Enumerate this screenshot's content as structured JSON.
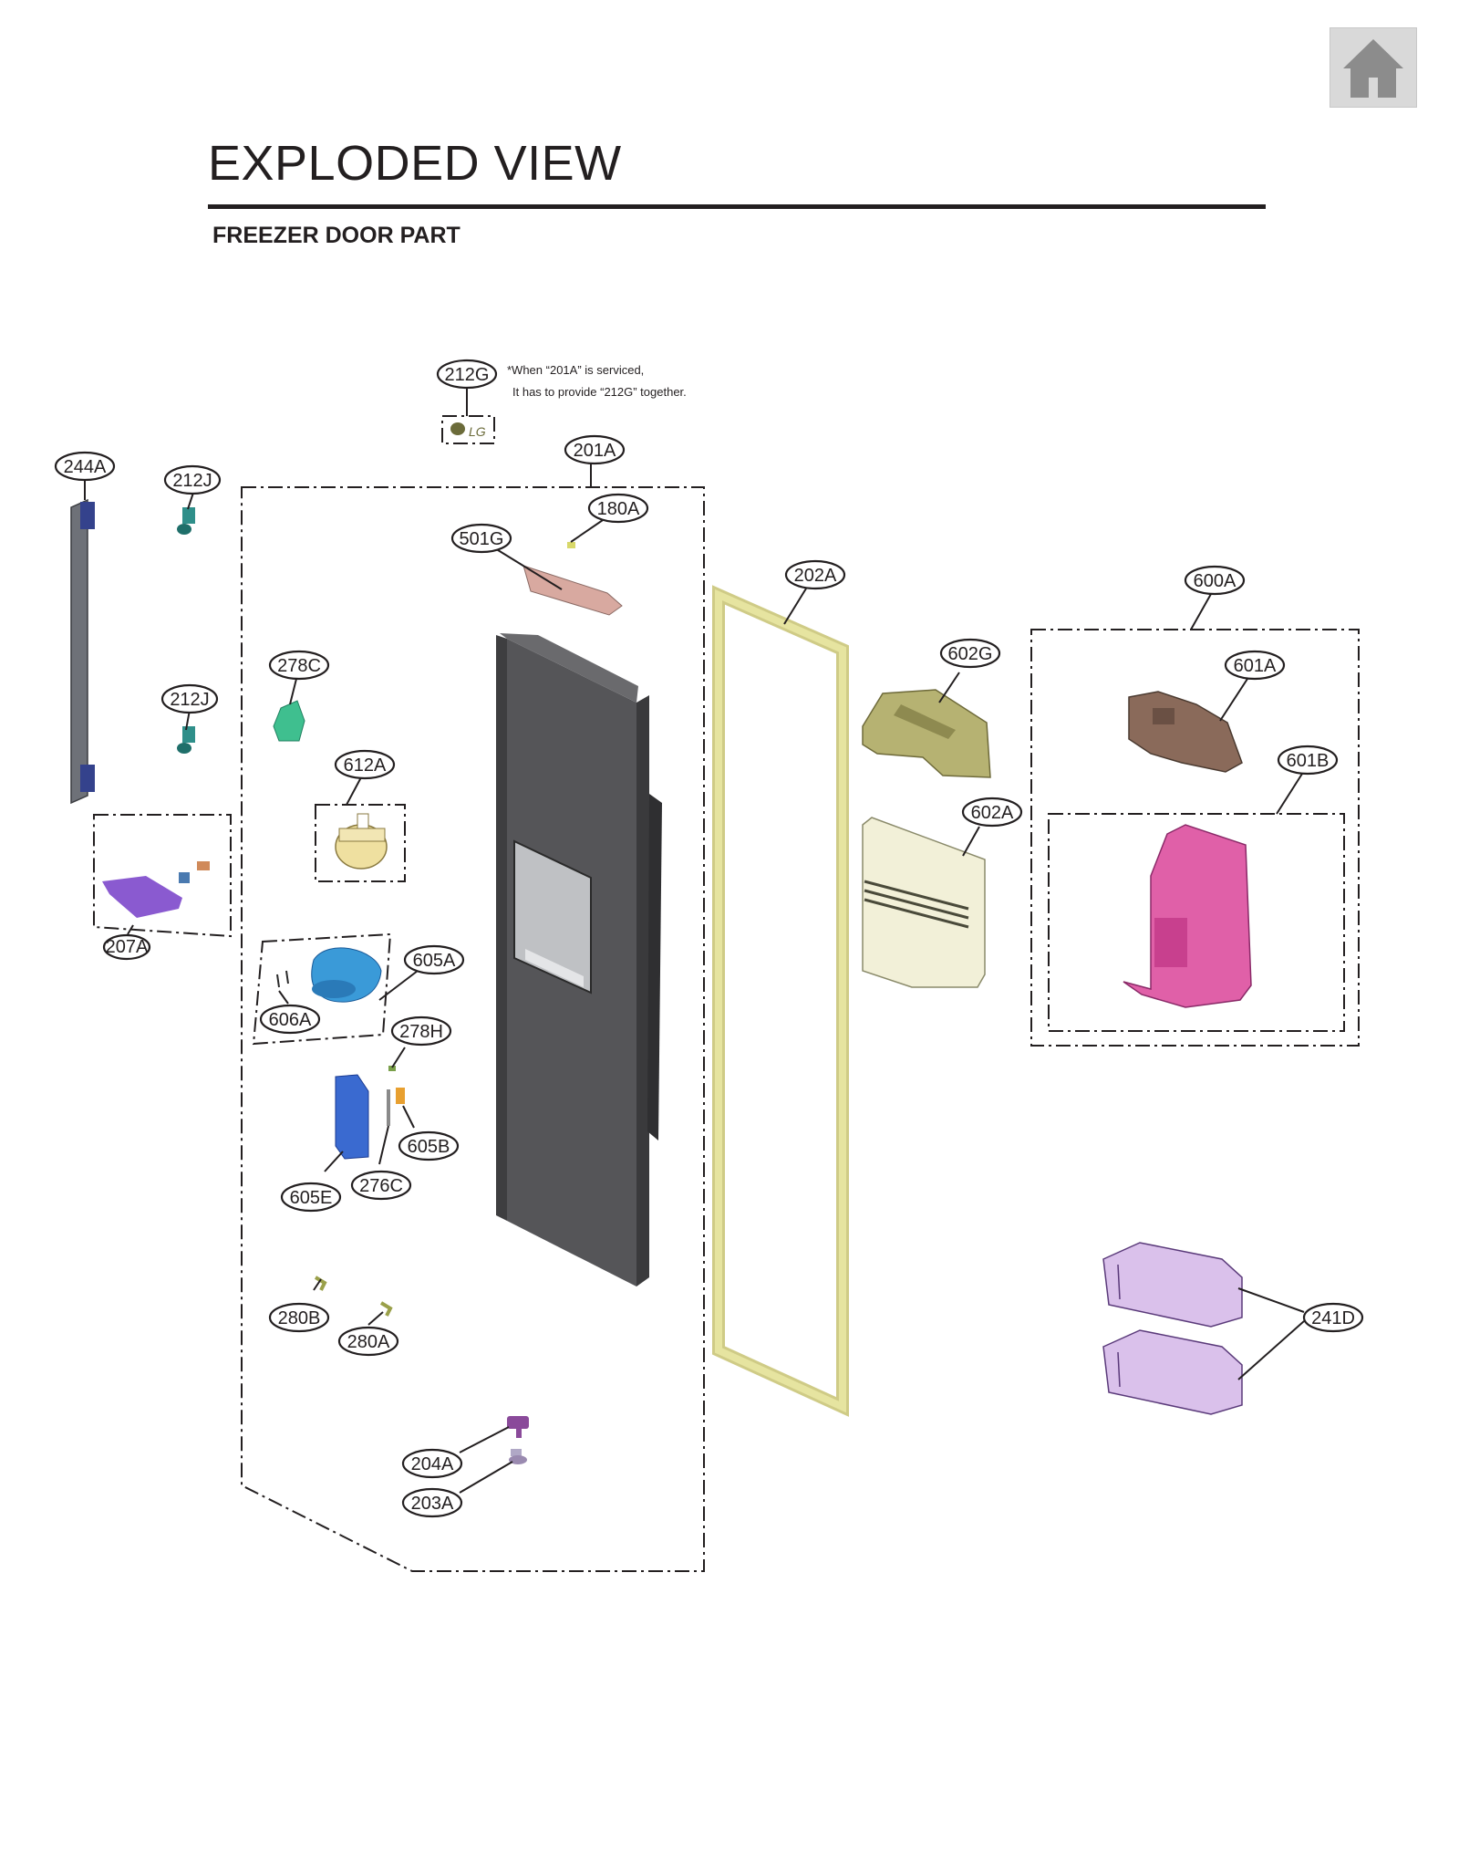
{
  "header": {
    "title": "EXPLODED VIEW",
    "subtitle": "FREEZER DOOR PART"
  },
  "nav": {
    "home_icon": "home-icon"
  },
  "note": {
    "line1": "*When “201A” is serviced,",
    "line2": "It has to provide “212G” together."
  },
  "logo_text": "LG",
  "parts": [
    {
      "ref": "212G",
      "color": "#6b6b3a"
    },
    {
      "ref": "201A",
      "color": "#4f4f51"
    },
    {
      "ref": "180A",
      "color": "#d8d86a"
    },
    {
      "ref": "501G",
      "color": "#d8a9a0"
    },
    {
      "ref": "244A",
      "color": "#5a5e66"
    },
    {
      "ref": "212J",
      "color": "#2f8f8a"
    },
    {
      "ref": "212J",
      "color": "#2f8f8a"
    },
    {
      "ref": "278C",
      "color": "#3fbf8f"
    },
    {
      "ref": "612A",
      "color": "#efe0a0"
    },
    {
      "ref": "207A",
      "color": "#8a5ad0"
    },
    {
      "ref": "605A",
      "color": "#3a9ad8"
    },
    {
      "ref": "606A",
      "color": "#3a9ad8"
    },
    {
      "ref": "278H",
      "color": "#7aa04a"
    },
    {
      "ref": "605B",
      "color": "#e8a030"
    },
    {
      "ref": "605E",
      "color": "#3a6ad0"
    },
    {
      "ref": "276C",
      "color": "#8a8a8a"
    },
    {
      "ref": "280B",
      "color": "#9aa04a"
    },
    {
      "ref": "280A",
      "color": "#9aa04a"
    },
    {
      "ref": "204A",
      "color": "#8a4a9a"
    },
    {
      "ref": "203A",
      "color": "#9a8ab0"
    },
    {
      "ref": "202A",
      "color": "#e6e4a0"
    },
    {
      "ref": "602G",
      "color": "#b6b272"
    },
    {
      "ref": "602A",
      "color": "#f2f0d8"
    },
    {
      "ref": "600A",
      "color": "#231f20"
    },
    {
      "ref": "601A",
      "color": "#8a6a5a"
    },
    {
      "ref": "601B",
      "color": "#e060a8"
    },
    {
      "ref": "241D",
      "color": "#d4b6e8"
    }
  ]
}
